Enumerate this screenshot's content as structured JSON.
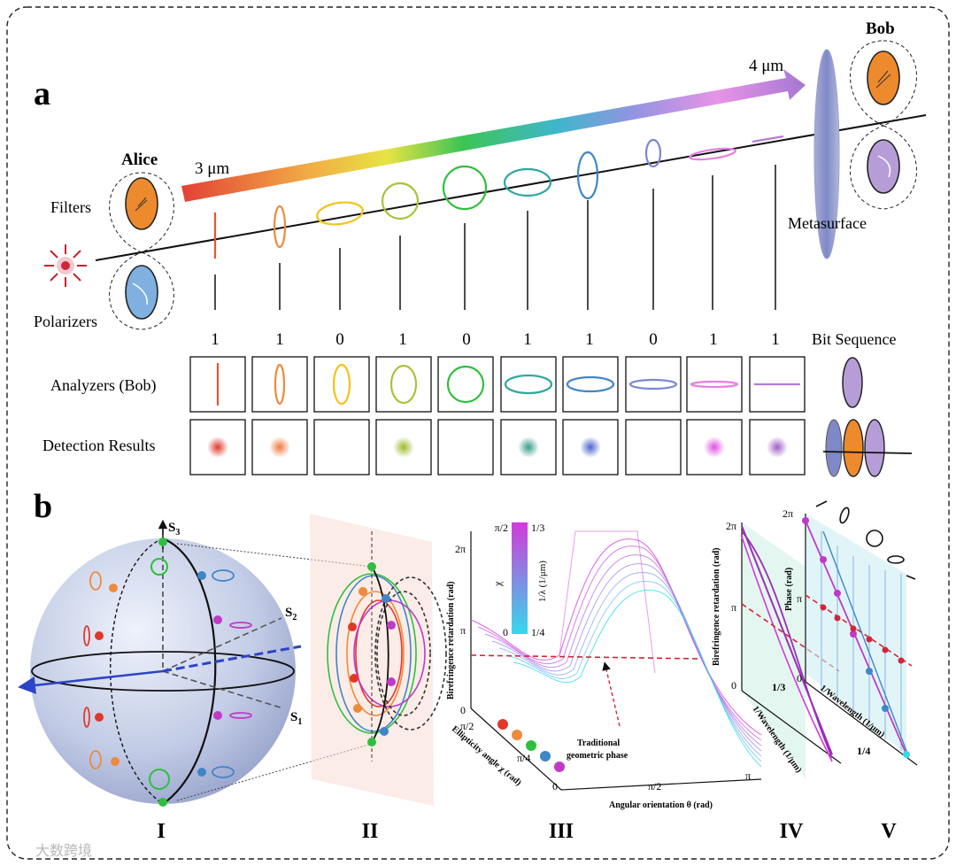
{
  "panel_a": {
    "label": "a",
    "alice": "Alice",
    "bob": "Bob",
    "filters": "Filters",
    "polarizers": "Polarizers",
    "metasurface": "Metasurface",
    "wavelength_start": "3 μm",
    "wavelength_end": "4 μm",
    "bit_sequence_label": "Bit Sequence",
    "analyzers_label": "Analyzers (Bob)",
    "detection_label": "Detection Results",
    "bits": [
      "1",
      "1",
      "0",
      "1",
      "0",
      "1",
      "1",
      "0",
      "1",
      "1"
    ],
    "colors": [
      "#e0592e",
      "#ee8a3c",
      "#f4c21a",
      "#a6c43a",
      "#2fbf3f",
      "#2fa7a0",
      "#3f86c8",
      "#7b86d2",
      "#e87ee4",
      "#b67cd8"
    ]
  },
  "panel_b": {
    "label": "b",
    "sphere": {
      "s3": "S",
      "s3_sub": "3",
      "s2": "S",
      "s2_sub": "2",
      "s1": "S",
      "s1_sub": "1"
    },
    "panel_iii": {
      "zlabel": "Birefringence retardation (rad)",
      "xlabel": "Angular orientation θ (rad)",
      "ylabel": "Ellipticity angle χ (rad)",
      "z_ticks": [
        "2π",
        "π",
        "0"
      ],
      "x_ticks": [
        "π/2",
        "π"
      ],
      "y_ticks": [
        "π/2",
        "π/4",
        "0"
      ],
      "colorbar_left_top": "π/2",
      "colorbar_left_bottom": "0",
      "colorbar_right_top": "1/3",
      "colorbar_right_bottom": "1/4",
      "colorbar_left_label": "χ",
      "colorbar_right_label": "1/λ (1/μm)",
      "annotation_1": "Traditional",
      "annotation_2": "geometric phase"
    },
    "panel_iv": {
      "zlabel": "Birefringence retardation (rad)",
      "xlabel": "1/Wavelength (1/μm)",
      "z_ticks": [
        "2π",
        "π",
        "0"
      ],
      "x_ticks": [
        "1/3"
      ]
    },
    "panel_v": {
      "zlabel": "Phase (rad)",
      "xlabel": "1/Wavelength (1/μm)",
      "z_ticks": [
        "2π",
        "π",
        "0"
      ],
      "x_ticks": [
        "1/4"
      ]
    },
    "roman": [
      "I",
      "II",
      "III",
      "IV",
      "V"
    ]
  },
  "watermark": "大数跨境"
}
